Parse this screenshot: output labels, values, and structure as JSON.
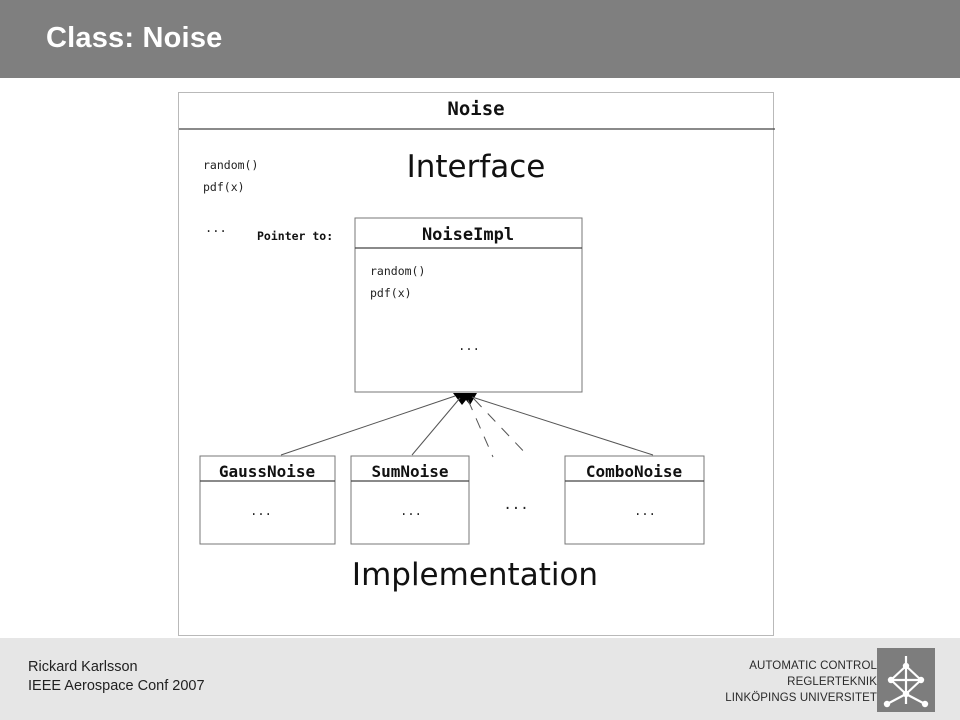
{
  "slide": {
    "title": "Class: Noise"
  },
  "diagram": {
    "outer_class": "Noise",
    "interface_label": "Interface",
    "interface_methods": [
      "random()",
      "pdf(x)"
    ],
    "interface_ellipsis": "...",
    "pointer_label": "Pointer to:",
    "impl_class": {
      "name": "NoiseImpl",
      "methods": [
        "random()",
        "pdf(x)"
      ],
      "ellipsis": "..."
    },
    "subclasses": [
      {
        "name": "GaussNoise",
        "ellipsis": "..."
      },
      {
        "name": "SumNoise",
        "ellipsis": "..."
      },
      {
        "name": "ComboNoise",
        "ellipsis": "..."
      }
    ],
    "more_ellipsis": "...",
    "implementation_label": "Implementation"
  },
  "footer": {
    "author": "Rickard Karlsson",
    "conference": "IEEE Aerospace Conf 2007",
    "logo_lines": [
      "AUTOMATIC CONTROL",
      "REGLERTEKNIK",
      "LINKÖPINGS UNIVERSITET"
    ],
    "logo_icon": "university-logo-icon"
  }
}
